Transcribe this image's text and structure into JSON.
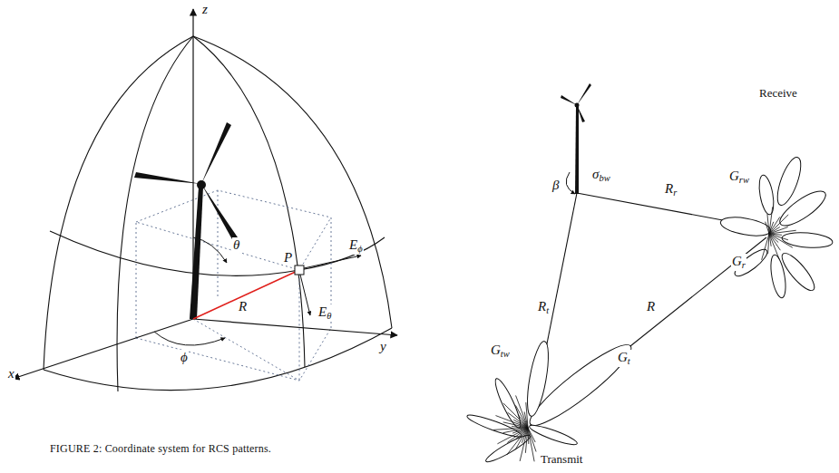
{
  "diagram": {
    "caption": "FIGURE 2: Coordinate system for RCS patterns.",
    "labels": [
      "z",
      "y",
      "x",
      "θ",
      "R",
      "P",
      "Eϕ",
      "Eθ",
      "ϕ",
      "σbw",
      "β",
      "Rr",
      "Grw",
      "Receive",
      "Gr",
      "R",
      "Gt",
      "Rt",
      "Gtw",
      "Transmit"
    ]
  }
}
